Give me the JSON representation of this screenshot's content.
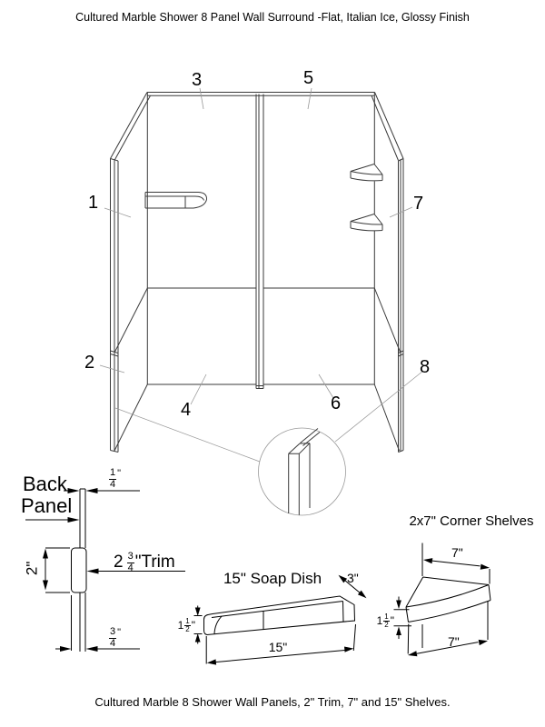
{
  "title": "Cultured Marble Shower 8 Panel Wall Surround -Flat, Italian Ice, Glossy Finish",
  "caption": "Cultured Marble 8 Shower Wall Panels, 2\" Trim, 7\" and 15\" Shelves.",
  "panel_labels": [
    "1",
    "2",
    "3",
    "4",
    "5",
    "6",
    "7",
    "8"
  ],
  "back_panel": {
    "label_line1": "Back",
    "label_line2": "Panel",
    "top_dim": {
      "num": "1",
      "den": "4",
      "suffix": "\""
    },
    "height_dim": "2\"",
    "trim_dim": {
      "prefix": "2",
      "num": "3",
      "den": "4",
      "suffix": "\"Trim"
    },
    "bottom_dim": {
      "num": "3",
      "den": "4",
      "suffix": "\""
    }
  },
  "soap_dish": {
    "title": "15\" Soap Dish",
    "depth_dim": "3\"",
    "length_dim": "15\"",
    "height_dim": {
      "prefix": "1",
      "num": "1",
      "den": "2",
      "suffix": "\""
    }
  },
  "corner_shelves": {
    "title": "2x7\" Corner Shelves",
    "top_dim": "7\"",
    "bottom_dim": "7\"",
    "height_dim": {
      "prefix": "1",
      "num": "1",
      "den": "2",
      "suffix": "\""
    }
  },
  "colors": {
    "line": "#3a3a3a",
    "detail_line": "#000000",
    "leader": "#9a9a9a",
    "background": "#ffffff"
  }
}
